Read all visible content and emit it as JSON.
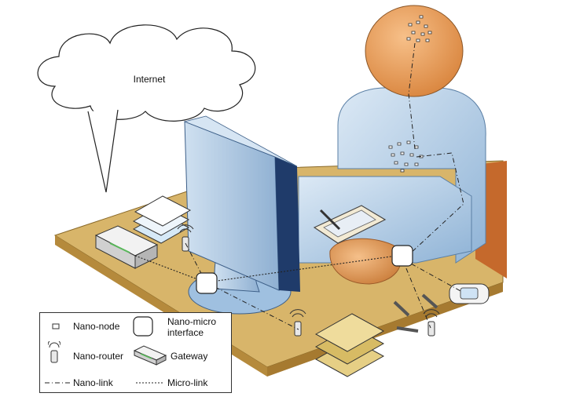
{
  "cloud": {
    "label": "Internet"
  },
  "legend": {
    "nano_node": "Nano-node",
    "nano_micro_interface": "Nano-micro interface",
    "nano_router": "Nano-router",
    "gateway": "Gateway",
    "nano_link": "Nano-link",
    "micro_link": "Micro-link"
  },
  "colors": {
    "desk_top": "#d8b56a",
    "desk_edge": "#b58a3c",
    "person_skin": "#e39a55",
    "shirt": "#b9d3ea",
    "monitor": "#9fc0e0",
    "monitor_dark": "#1f3b6a"
  }
}
